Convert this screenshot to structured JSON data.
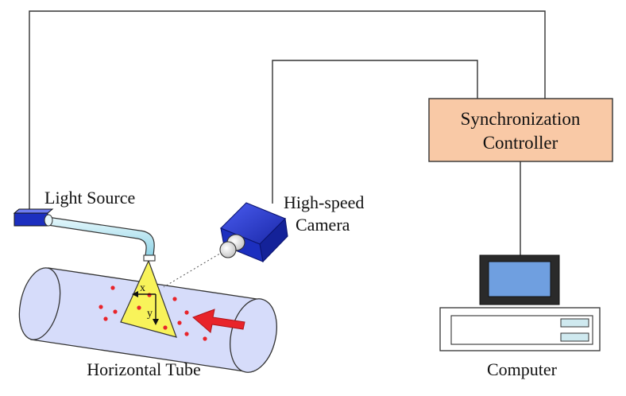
{
  "labels": {
    "light_source": "Light Source",
    "camera_line1": "High-speed",
    "camera_line2": "Camera",
    "controller_line1": "Synchronization",
    "controller_line2": "Controller",
    "computer": "Computer",
    "tube": "Horizontal Tube",
    "axis_x": "x",
    "axis_y": "y"
  },
  "colors": {
    "controller_fill": "#f9c9a6",
    "tube_fill": "#d6dcfa",
    "laser_sheet": "#f8f35a",
    "particle": "#e8242a",
    "flow_arrow": "#e8242a",
    "camera_body": "#1c2fbf",
    "light_arm": "#bfe9f3",
    "monitor_screen": "#6f9fe0",
    "wire": "#333333"
  },
  "icons": {
    "light_source": "light-source-icon",
    "camera": "high-speed-camera-icon",
    "computer": "computer-icon",
    "flow": "flow-direction-arrow-icon"
  }
}
